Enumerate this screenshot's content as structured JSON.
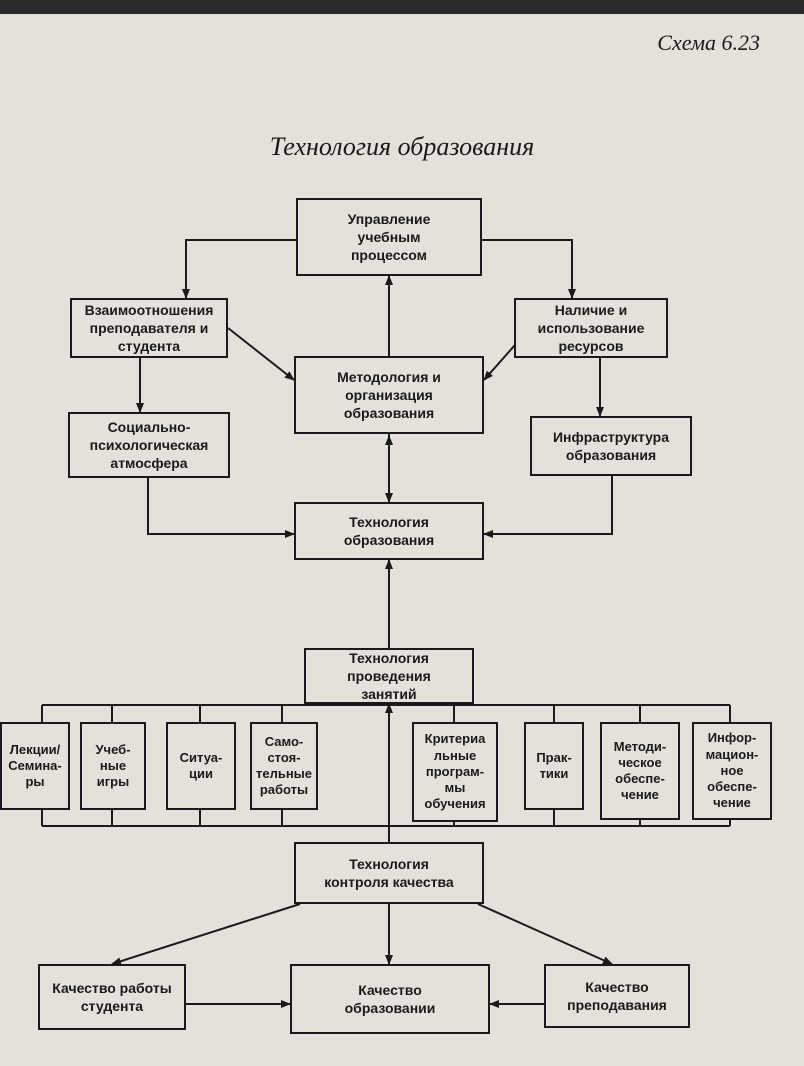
{
  "scheme_label": "Схема 6.23",
  "title": "Технология образования",
  "nodes": {
    "management": "Управление\nучебным\nпроцессом",
    "relationship": "Взаимоотношения\nпреподавателя и\nстудента",
    "resources": "Наличие и\nиспользование\nресурсов",
    "methodology": "Методология и\nорганизация\nобразования",
    "atmosphere": "Социально-\nпсихологическая\nатмосфера",
    "infrastructure": "Инфраструктура\nобразования",
    "edu_tech": "Технология\nобразования",
    "classes_tech": "Технология\nпроведения\nзанятий",
    "lectures": "Лекции/\nСемина-\nры",
    "games": "Учеб-\nные\nигры",
    "situations": "Ситуа-\nции",
    "independent": "Само-\nстоя-\nтельные\nработы",
    "criteria": "Критериа\nльные\nпрограм-\nмы\nобучения",
    "practice": "Прак-\nтики",
    "methodical": "Методи-\nческое\nобеспе-\nчение",
    "info": "Инфор-\nмацион-\nное\nобеспе-\nчение",
    "quality_tech": "Технология\nконтроля качества",
    "student_quality": "Качество работы\nстудента",
    "edu_quality": "Качество\nобразовании",
    "teaching_quality": "Качество\nпреподавания"
  }
}
